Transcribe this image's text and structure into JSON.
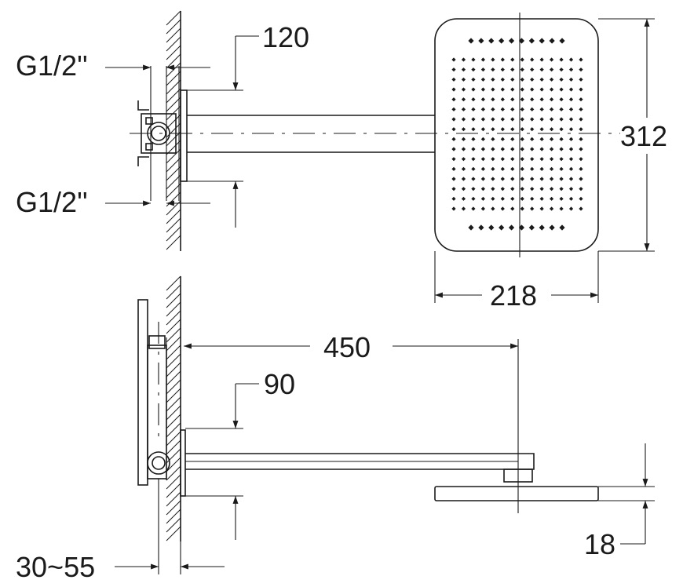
{
  "dimensions": {
    "inlet_top": "G1/2''",
    "inlet_bottom": "G1/2''",
    "arm_drop_top": "120",
    "head_height": "312",
    "head_width": "218",
    "arm_length": "450",
    "arm_drop_side": "90",
    "head_thickness": "18",
    "wall_depth": "30~55"
  },
  "nozzles": {
    "top_row": 10,
    "grid_columns": 14,
    "grid_rows": 16,
    "bottom_row": 10
  }
}
